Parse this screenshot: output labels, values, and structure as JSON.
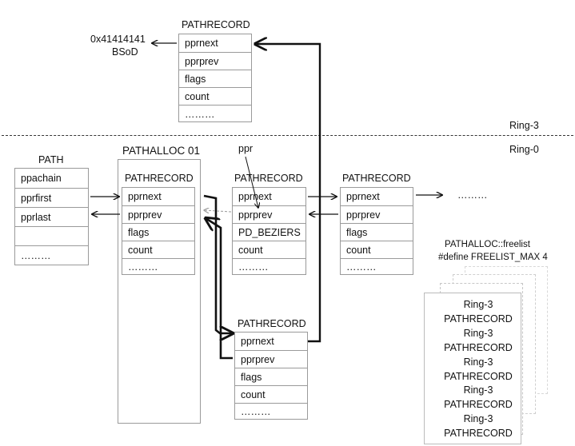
{
  "top_record": {
    "title": "PATHRECORD",
    "fields": [
      "pprnext",
      "pprprev",
      "flags",
      "count",
      "………"
    ],
    "target_value": "0x41414141",
    "target_note": "BSoD"
  },
  "ring_labels": {
    "user": "Ring-3",
    "kernel": "Ring-0"
  },
  "path": {
    "title": "PATH",
    "fields": [
      "ppachain",
      "pprfirst",
      "pprlast",
      "",
      "………"
    ]
  },
  "pathalloc": {
    "title": "PATHALLOC 01"
  },
  "record_a": {
    "title": "PATHRECORD",
    "fields": [
      "pprnext",
      "pprprev",
      "flags",
      "count",
      "………"
    ]
  },
  "record_b": {
    "title": "PATHRECORD",
    "pointer_label": "ppr",
    "fields": [
      "pprnext",
      "pprprev",
      "PD_BEZIERS",
      "count",
      "………"
    ]
  },
  "record_c": {
    "title": "PATHRECORD",
    "fields": [
      "pprnext",
      "pprprev",
      "flags",
      "count",
      "………"
    ]
  },
  "record_d": {
    "title": "PATHRECORD",
    "fields": [
      "pprnext",
      "pprprev",
      "flags",
      "count",
      "………"
    ]
  },
  "continuation": "………",
  "freelist": {
    "title": "PATHALLOC::freelist",
    "define": "#define FREELIST_MAX  4",
    "entries": [
      "Ring-3",
      "PATHRECORD",
      "Ring-3",
      "PATHRECORD",
      "Ring-3",
      "PATHRECORD",
      "Ring-3",
      "PATHRECORD",
      "Ring-3",
      "PATHRECORD"
    ]
  }
}
